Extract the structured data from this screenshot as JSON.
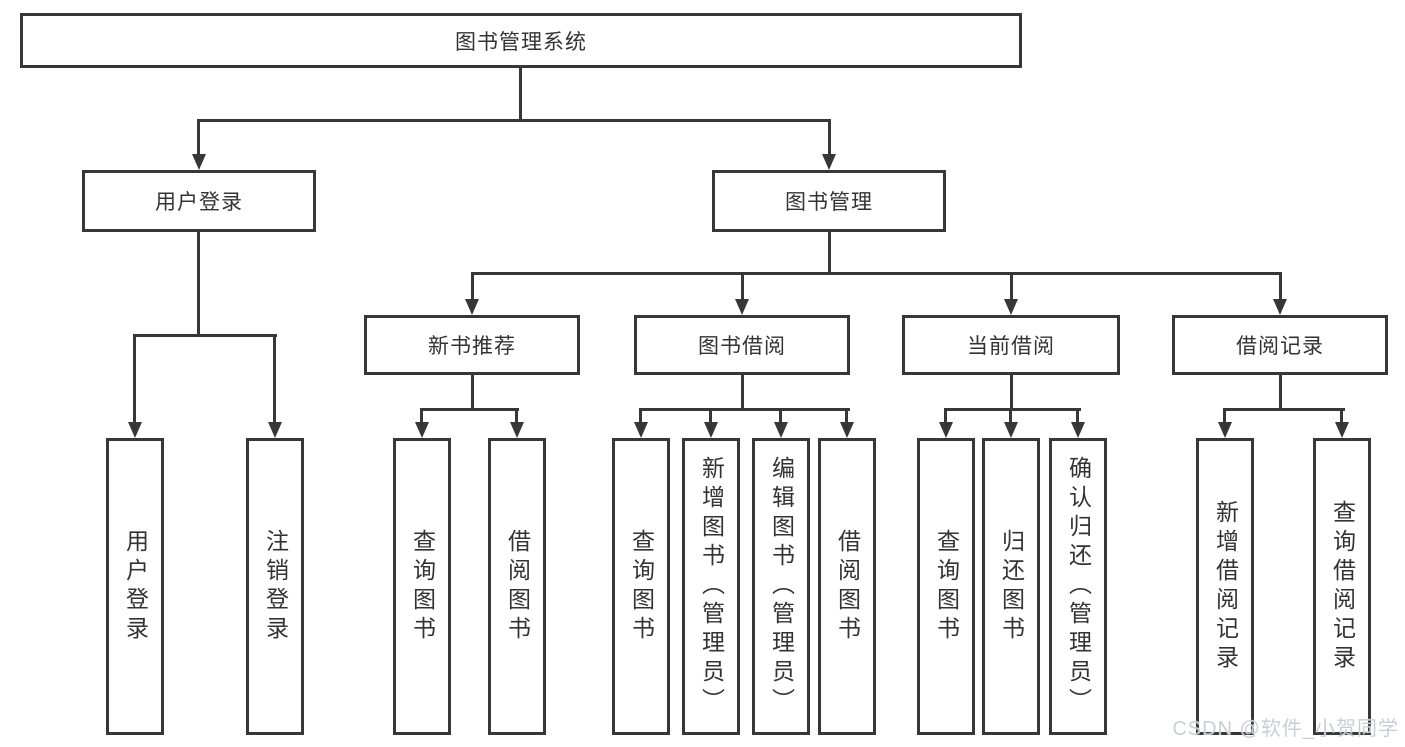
{
  "tree": {
    "root": {
      "label": "图书管理系统",
      "children": [
        {
          "label": "用户登录",
          "children": [
            {
              "label": "用户登录"
            },
            {
              "label": "注销登录"
            }
          ]
        },
        {
          "label": "图书管理",
          "children": [
            {
              "label": "新书推荐",
              "children": [
                {
                  "label": "查询图书"
                },
                {
                  "label": "借阅图书"
                }
              ]
            },
            {
              "label": "图书借阅",
              "children": [
                {
                  "label": "查询图书"
                },
                {
                  "label": "新增图书（管理员）"
                },
                {
                  "label": "编辑图书（管理员）"
                },
                {
                  "label": "借阅图书"
                }
              ]
            },
            {
              "label": "当前借阅",
              "children": [
                {
                  "label": "查询图书"
                },
                {
                  "label": "归还图书"
                },
                {
                  "label": "确认归还（管理员）"
                }
              ]
            },
            {
              "label": "借阅记录",
              "children": [
                {
                  "label": "新增借阅记录"
                },
                {
                  "label": "查询借阅记录"
                }
              ]
            }
          ]
        }
      ]
    }
  },
  "watermark": "CSDN @软件_小贺同学",
  "colors": {
    "line": "#373737",
    "text": "#333333",
    "background": "#ffffff"
  }
}
